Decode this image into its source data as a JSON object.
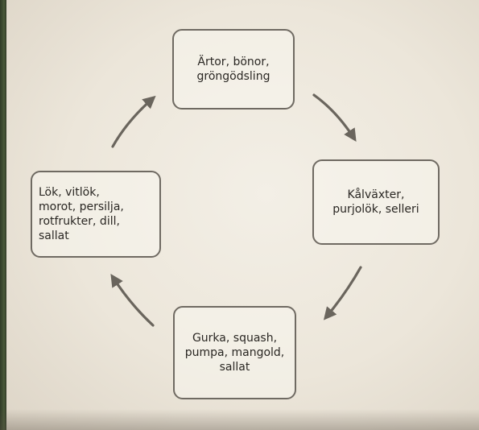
{
  "diagram": {
    "nodes": [
      {
        "id": "top",
        "label": "Ärtor, bönor,\ngröngödsling"
      },
      {
        "id": "right",
        "label": "Kålväxter,\npurjolök, selleri"
      },
      {
        "id": "bottom",
        "label": "Gurka, squash,\npumpa, mangold,\nsallat"
      },
      {
        "id": "left",
        "label": "Lök, vitlök,\nmorot, persilja,\nrotfrukter, dill,\nsallat"
      }
    ],
    "edges": [
      {
        "from": "top",
        "to": "right"
      },
      {
        "from": "right",
        "to": "bottom"
      },
      {
        "from": "bottom",
        "to": "left"
      },
      {
        "from": "left",
        "to": "top"
      }
    ],
    "colors": {
      "stroke": "#6f6a62",
      "text": "#2a2723",
      "paper": "#efe9de"
    }
  }
}
